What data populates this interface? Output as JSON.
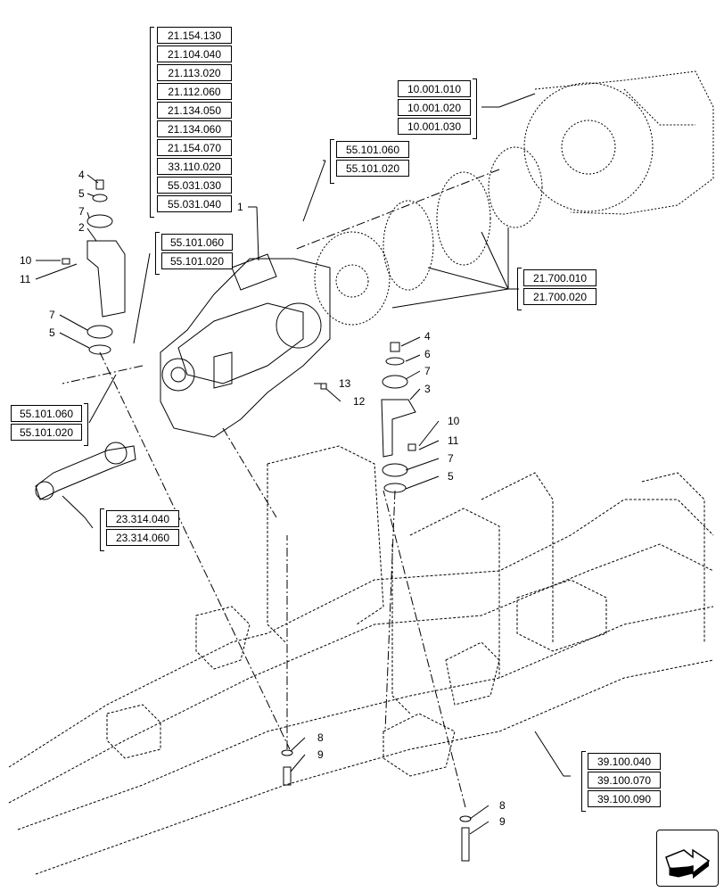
{
  "ref_groups": {
    "top_stack": [
      "21.154.130",
      "21.104.040",
      "21.113.020",
      "21.112.060",
      "21.134.050",
      "21.134.060",
      "21.154.070",
      "33.110.020",
      "55.031.030",
      "55.031.040"
    ],
    "engine": [
      "10.001.010",
      "10.001.020",
      "10.001.030"
    ],
    "upper_mid": [
      "55.101.060",
      "55.101.020"
    ],
    "left_mid": [
      "55.101.060",
      "55.101.020"
    ],
    "left_low": [
      "55.101.060",
      "55.101.020"
    ],
    "converter": [
      "21.700.010",
      "21.700.020"
    ],
    "driveshaft": [
      "23.314.040",
      "23.314.060"
    ],
    "frame": [
      "39.100.040",
      "39.100.070",
      "39.100.090"
    ]
  },
  "callouts": {
    "left_bracket": [
      "4",
      "5",
      "7",
      "2",
      "10",
      "11",
      "7",
      "5"
    ],
    "right_bracket": [
      "4",
      "6",
      "7",
      "3",
      "10",
      "11",
      "7",
      "5"
    ],
    "center": [
      "1",
      "13",
      "12"
    ],
    "bolts_left": [
      "8",
      "9"
    ],
    "bolts_right": [
      "8",
      "9"
    ]
  },
  "icons": {
    "nav": "next-page-arrow-icon"
  }
}
